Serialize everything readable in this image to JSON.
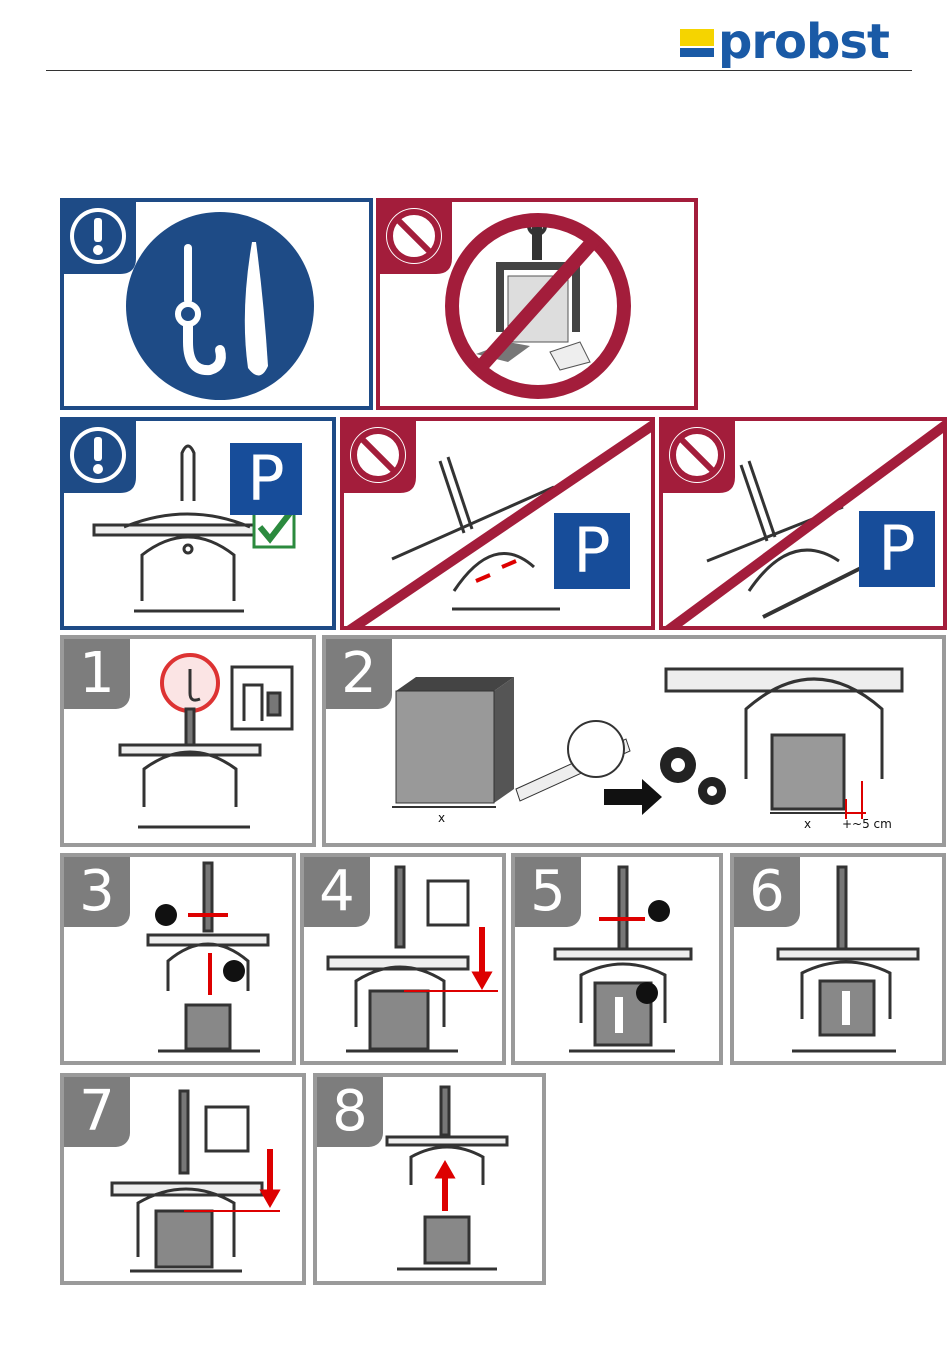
{
  "header": {
    "logo_text": "probst"
  },
  "brand_colors": {
    "blue": "#1a5aa6",
    "yellow": "#f5d400",
    "mandatory_blue": "#1e4b86",
    "prohibit_red": "#a31d3b",
    "step_grey": "#7d7d7d"
  },
  "signs": {
    "park_letter": "P",
    "icons": [
      "exclamation-icon",
      "prohibition-icon",
      "hook-and-sling-icon",
      "no-hands-icon",
      "checkmark-icon"
    ]
  },
  "steps": [
    "1",
    "2",
    "3",
    "4",
    "5",
    "6",
    "7",
    "8"
  ],
  "step2": {
    "x_label": "x",
    "x_label_2": "x",
    "offset_label": "+~5 cm"
  },
  "callouts": {
    "one": "1",
    "two": "2"
  }
}
